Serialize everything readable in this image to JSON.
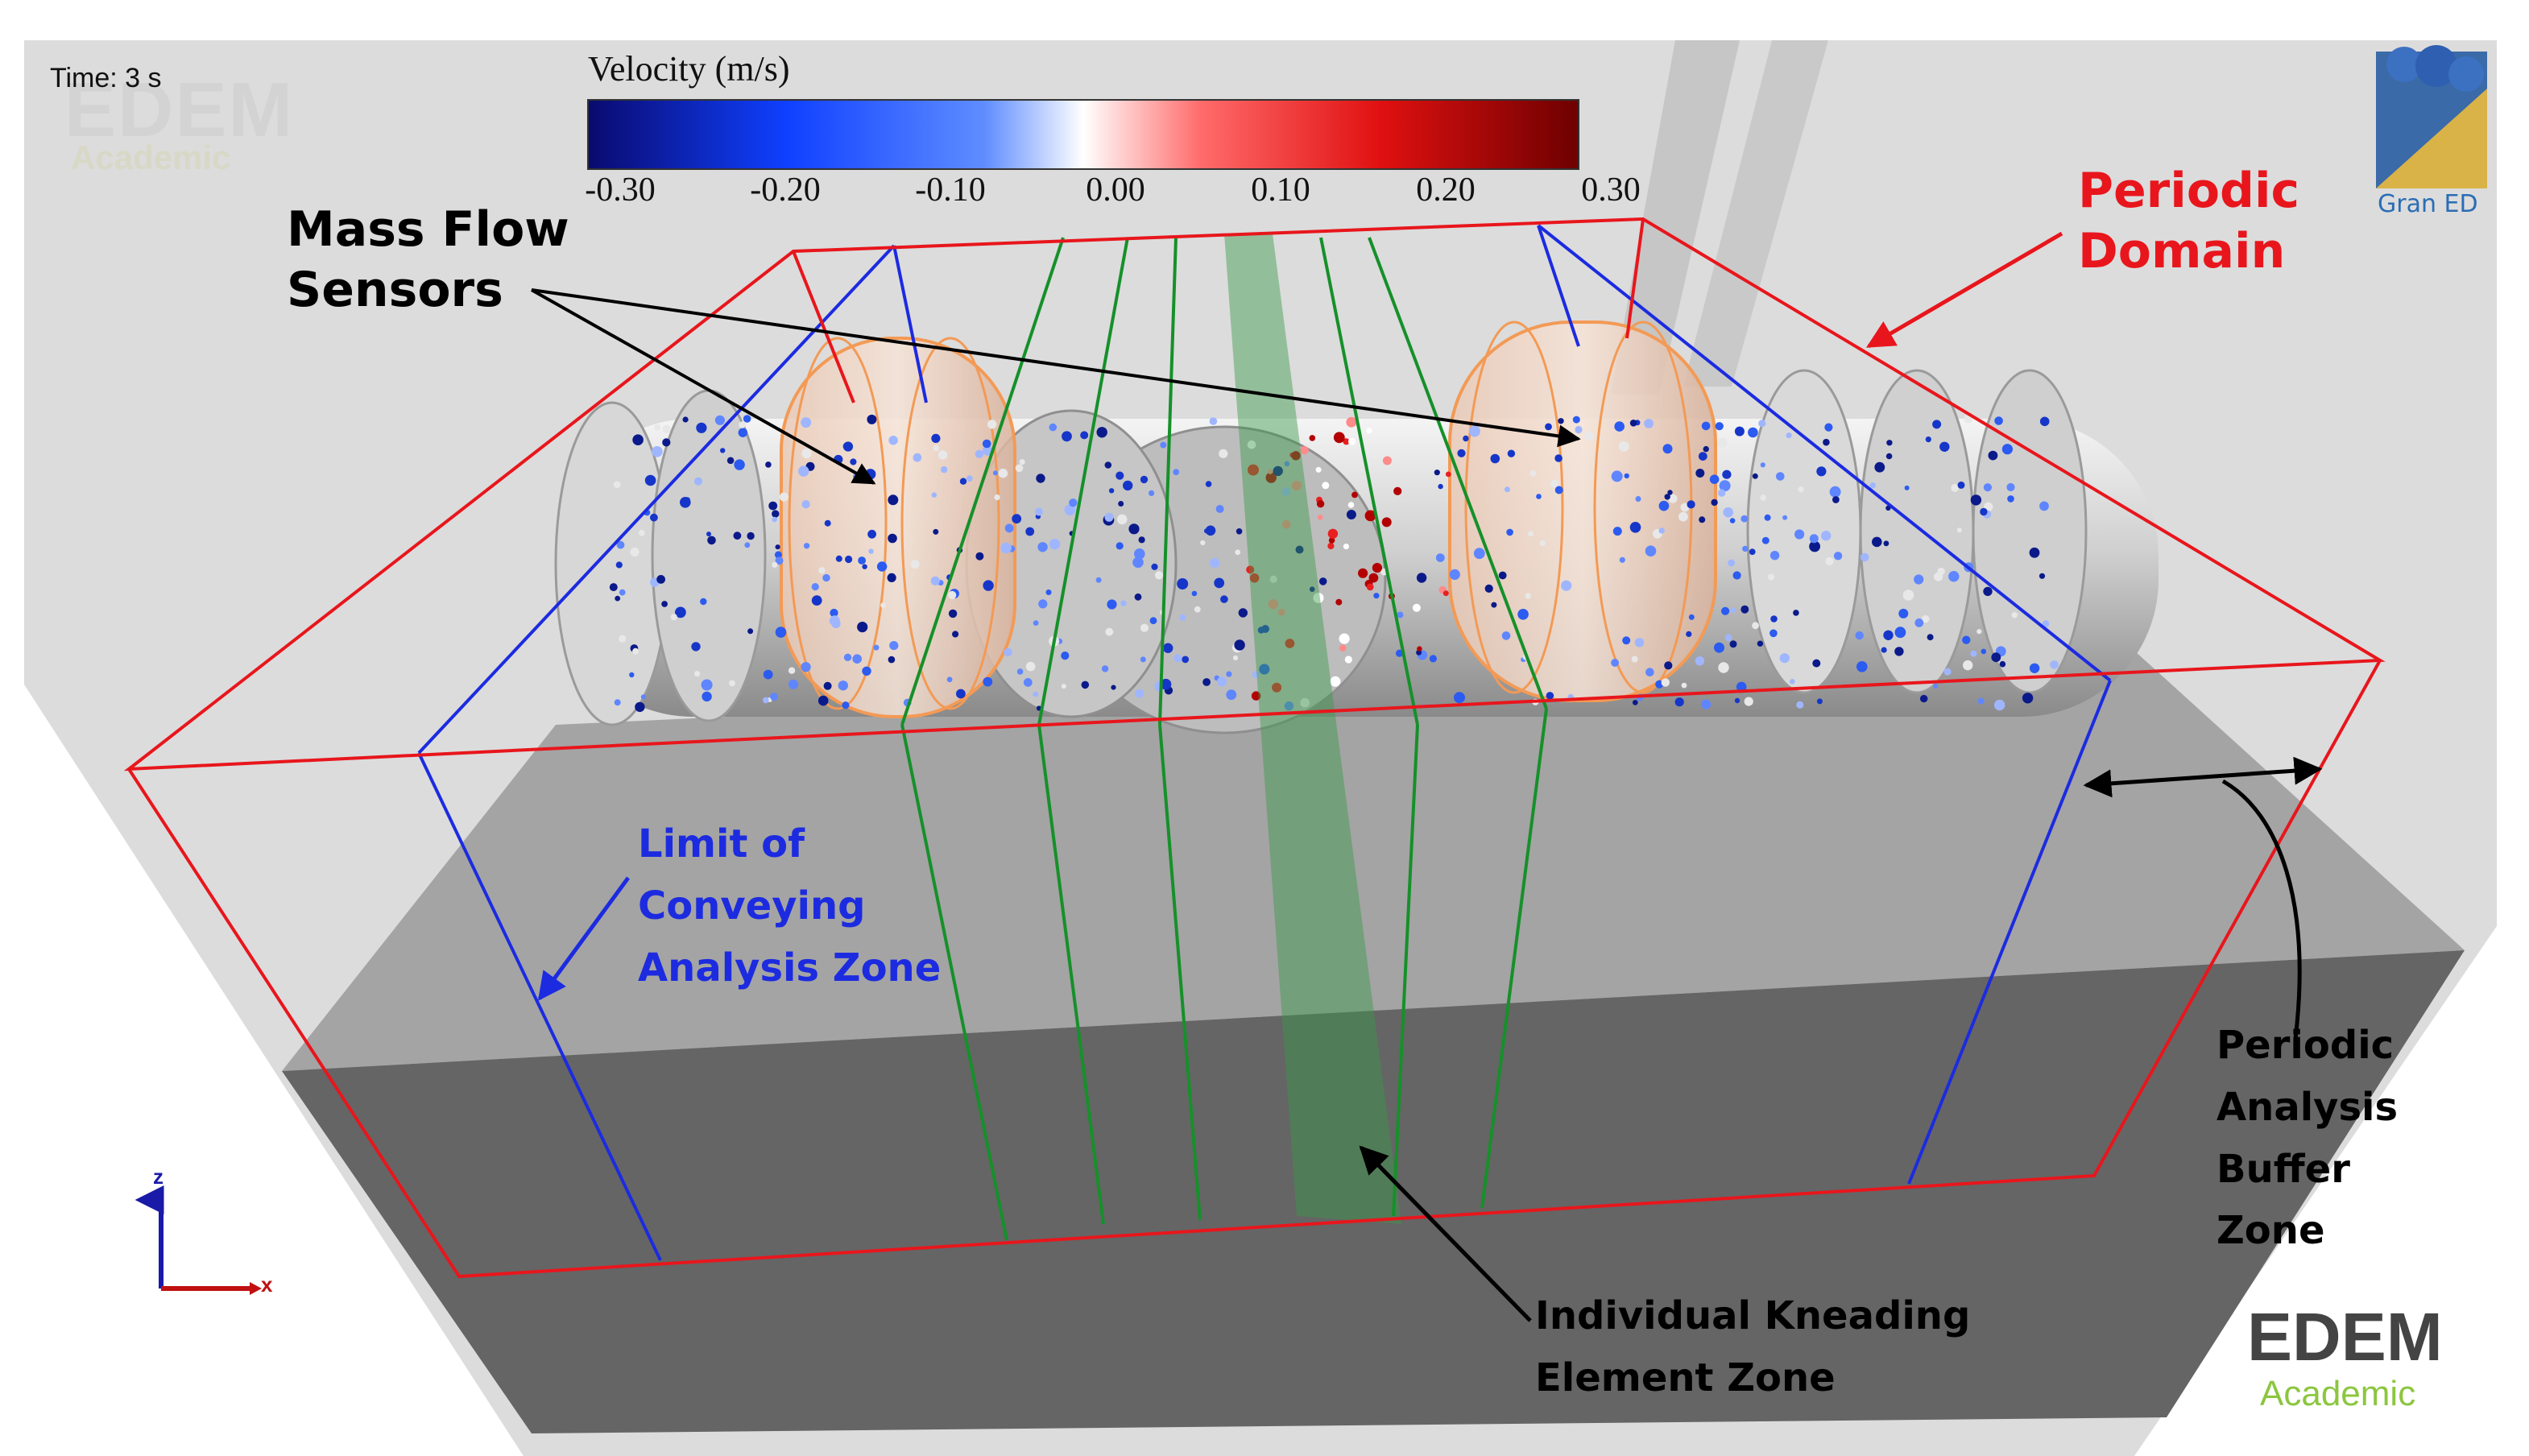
{
  "hud": {
    "time": "Time: 3 s"
  },
  "watermark": {
    "brand": "EDEM",
    "edition": "Academic"
  },
  "colorbar": {
    "title": "Velocity (m/s)",
    "ticks": [
      "-0.30",
      "-0.20",
      "-0.10",
      "0.00",
      "0.10",
      "0.20",
      "0.30"
    ],
    "colors": [
      "#0a0a6e",
      "#0f40ff",
      "#5f8dff",
      "#ffffff",
      "#ff6a6a",
      "#e01010",
      "#6e0000"
    ]
  },
  "annotations": {
    "mass_flow": [
      "Mass Flow",
      "Sensors"
    ],
    "periodic_domain": [
      "Periodic",
      "Domain"
    ],
    "conveying_limit": [
      "Limit of",
      "Conveying",
      "Analysis Zone"
    ],
    "buffer_zone": [
      "Periodic",
      "Analysis",
      "Buffer",
      "Zone"
    ],
    "kneading_zone": [
      "Individual Kneading",
      "Element Zone"
    ]
  },
  "logos": {
    "granular_label": "Gran ED",
    "edem_brand": "EDEM",
    "edem_edition": "Academic"
  },
  "axes": {
    "z": "z",
    "x": "x"
  },
  "colors": {
    "periodic_domain": "#e8161c",
    "conveying_limit": "#1c2be0",
    "kneading_zone": "#16902a",
    "sensor": "#f3a36a",
    "annotation_text": "#000000"
  }
}
